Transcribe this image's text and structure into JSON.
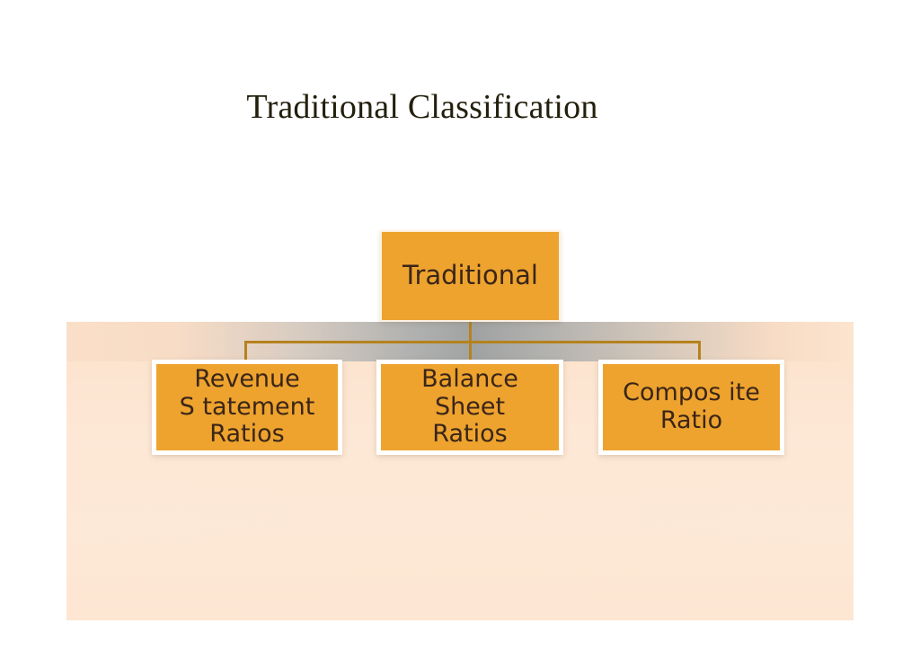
{
  "slide": {
    "title": "Traditional Classification",
    "background_color": "#ffffff"
  },
  "colors": {
    "node_fill": "#eda32e",
    "node_border": "#ffffff",
    "node_text": "#3a2518",
    "connector": "#b5821e",
    "panel_peach": "#fce4ce",
    "panel_band_gray": "#a0a2a2",
    "title_text": "#231f0d"
  },
  "diagram": {
    "type": "organization-chart",
    "root": {
      "id": "traditional",
      "label": "Traditional"
    },
    "children": [
      {
        "id": "revenue-statement-ratios",
        "label": "Revenue\nS tatement\nRatios"
      },
      {
        "id": "balance-sheet-ratios",
        "label": "Balance Sheet\nRatios"
      },
      {
        "id": "composite-ratio",
        "label": "Compos ite\nRatio"
      }
    ]
  }
}
